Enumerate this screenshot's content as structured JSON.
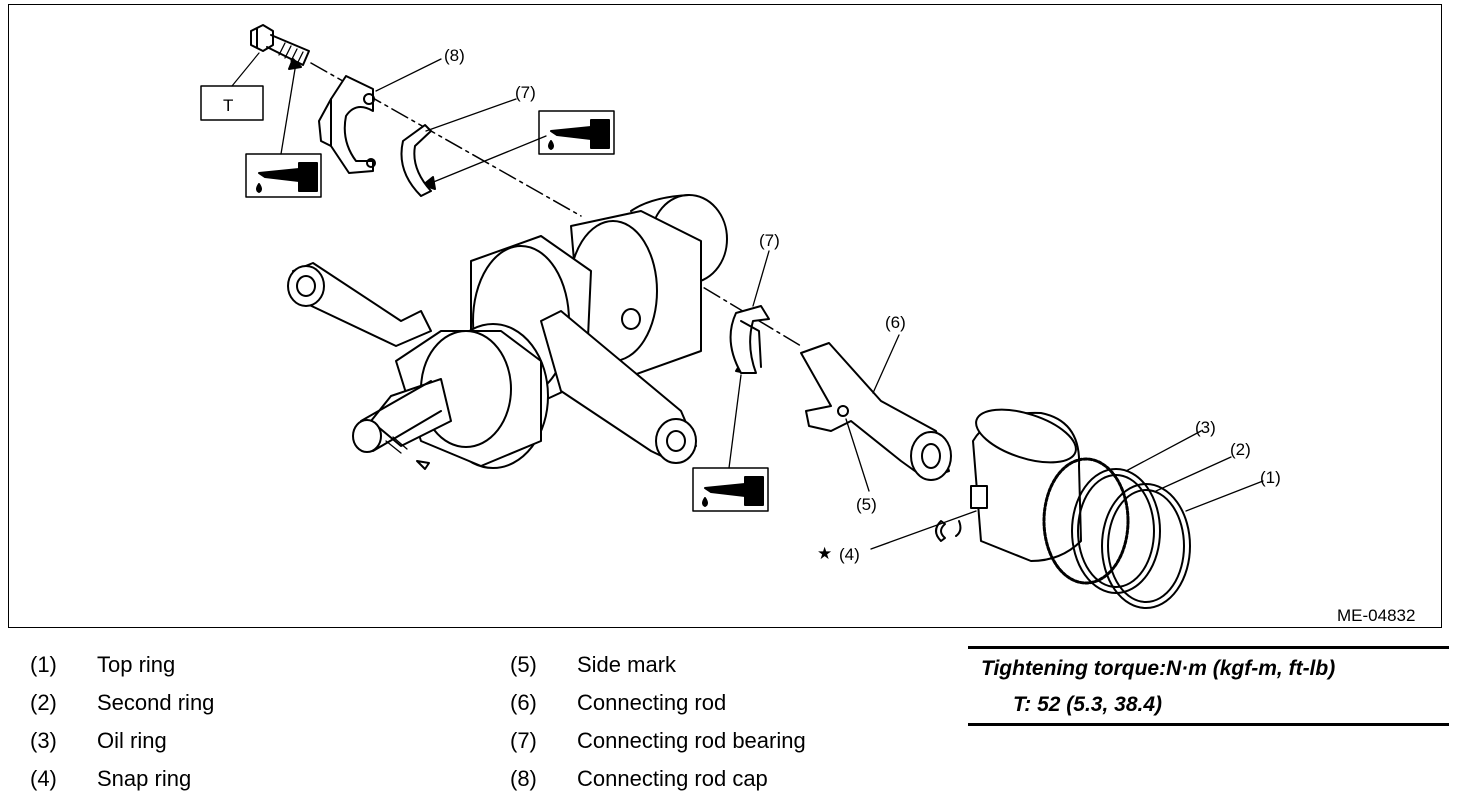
{
  "diagram": {
    "figure_id": "ME-04832",
    "callouts": {
      "c1": "(1)",
      "c2": "(2)",
      "c3": "(3)",
      "c4": "(4)",
      "c5": "(5)",
      "c6": "(6)",
      "c7a": "(7)",
      "c7b": "(7)",
      "c8": "(8)",
      "t": "T"
    },
    "star_symbol": "★",
    "oil_symbol_icon": "oil-application-icon"
  },
  "legend": {
    "left": [
      {
        "num": "(1)",
        "label": "Top ring"
      },
      {
        "num": "(2)",
        "label": "Second ring"
      },
      {
        "num": "(3)",
        "label": "Oil ring"
      },
      {
        "num": "(4)",
        "label": "Snap ring"
      }
    ],
    "right": [
      {
        "num": "(5)",
        "label": "Side mark"
      },
      {
        "num": "(6)",
        "label": "Connecting rod"
      },
      {
        "num": "(7)",
        "label": "Connecting rod bearing"
      },
      {
        "num": "(8)",
        "label": "Connecting rod cap"
      }
    ]
  },
  "torque": {
    "heading": "Tightening torque:N·m (kgf-m, ft-lb)",
    "value": "T:   52 (5.3, 38.4)"
  }
}
